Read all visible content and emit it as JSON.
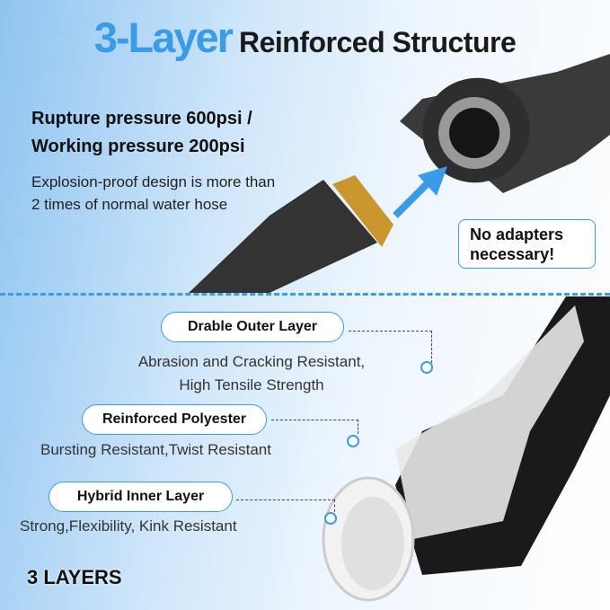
{
  "title": {
    "highlight": "3-Layer",
    "rest": "Reinforced Structure"
  },
  "pressure": {
    "line1": "Rupture pressure 600psi /",
    "line2": "Working pressure 200psi"
  },
  "explosion": {
    "line1": "Explosion-proof design is more than",
    "line2": "2 times of normal water hose"
  },
  "note": {
    "line1": "No adapters",
    "line2": "necessary!"
  },
  "layers": [
    {
      "label": "Drable Outer Layer",
      "desc1": "Abrasion and Cracking Resistant,",
      "desc2": "High Tensile Strength"
    },
    {
      "label": "Reinforced Polyester",
      "desc1": "Bursting Resistant,Twist Resistant"
    },
    {
      "label": "Hybrid Inner Layer",
      "desc1": "Strong,Flexibility, Kink Resistant"
    }
  ],
  "footer": "3 LAYERS",
  "colors": {
    "accent": "#3a9be6",
    "hose": "#2b2b2b",
    "brass": "#c9972e"
  }
}
